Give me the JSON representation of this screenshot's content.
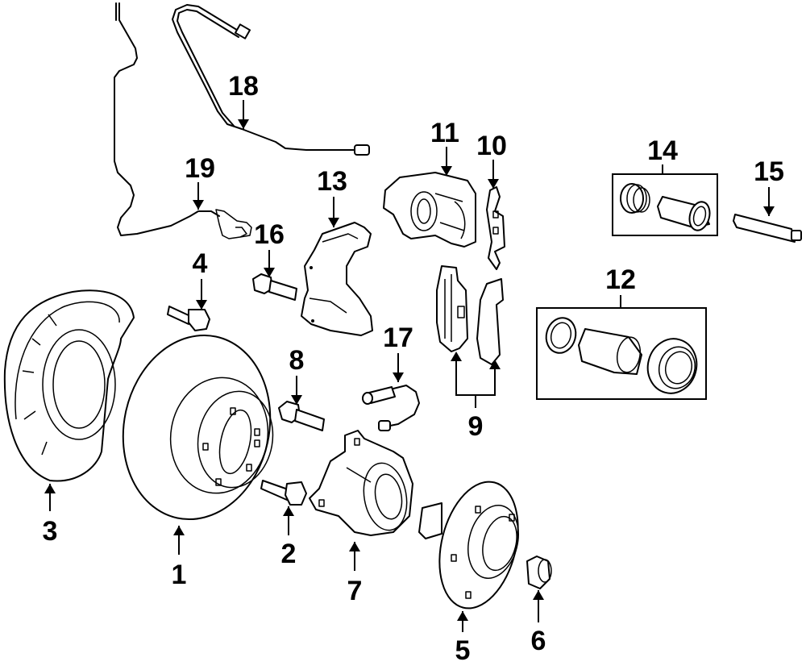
{
  "diagram": {
    "type": "exploded-parts-diagram",
    "subject": "rear brake assembly",
    "colors": {
      "line": "#000000",
      "background": "#ffffff"
    },
    "callouts": [
      {
        "id": "1",
        "label": "1",
        "part": "brake-rotor"
      },
      {
        "id": "2",
        "label": "2",
        "part": "rotor-bolt"
      },
      {
        "id": "3",
        "label": "3",
        "part": "splash-shield"
      },
      {
        "id": "4",
        "label": "4",
        "part": "shield-bolt"
      },
      {
        "id": "5",
        "label": "5",
        "part": "hub-flange"
      },
      {
        "id": "6",
        "label": "6",
        "part": "axle-nut"
      },
      {
        "id": "7",
        "label": "7",
        "part": "wheel-bearing-housing"
      },
      {
        "id": "8",
        "label": "8",
        "part": "bearing-bolt"
      },
      {
        "id": "9",
        "label": "9",
        "part": "brake-pads"
      },
      {
        "id": "10",
        "label": "10",
        "part": "anti-rattle-clip"
      },
      {
        "id": "11",
        "label": "11",
        "part": "brake-caliper"
      },
      {
        "id": "12",
        "label": "12",
        "part": "caliper-piston-kit"
      },
      {
        "id": "13",
        "label": "13",
        "part": "caliper-bracket"
      },
      {
        "id": "14",
        "label": "14",
        "part": "guide-pin-boot-kit"
      },
      {
        "id": "15",
        "label": "15",
        "part": "guide-pin"
      },
      {
        "id": "16",
        "label": "16",
        "part": "bracket-bolt"
      },
      {
        "id": "17",
        "label": "17",
        "part": "pad-wear-sensor"
      },
      {
        "id": "18",
        "label": "18",
        "part": "brake-hose"
      },
      {
        "id": "19",
        "label": "19",
        "part": "abs-wheel-speed-sensor"
      }
    ]
  }
}
